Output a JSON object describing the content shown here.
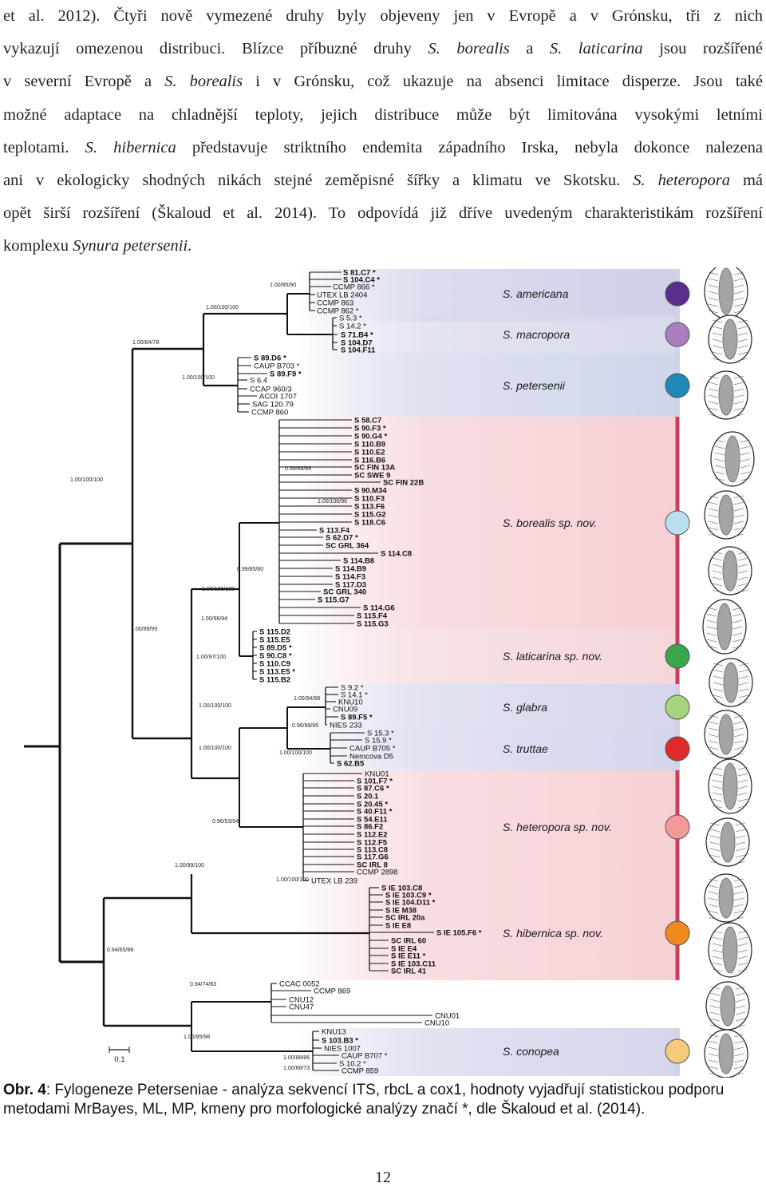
{
  "text": {
    "l1a": "et al. 2012). Čtyři nově vymezené druhy byly objeveny jen v Evropě a v Grónsku, tři z nich",
    "l2a": "vykazují omezenou distribuci. Blízce příbuzné druhy ",
    "l2b": "S. borealis",
    "l2c": " a ",
    "l2d": "S. laticarina",
    "l2e": " jsou rozšířené",
    "l3a": "v severní Evropě a ",
    "l3b": "S. borealis",
    "l3c": " i v Grónsku, což ukazuje na absenci limitace disperze. Jsou také",
    "l4a": "možné adaptace na chladnější teploty, jejich distribuce může být limitována vysokými letními",
    "l5a": "teplotami. ",
    "l5b": "S. hibernica",
    "l5c": " představuje striktního endemita západního Irska, nebyla dokonce nalezena",
    "l6a": "ani v ekologicky shodných nikách stejné zeměpisné šířky a klimatu ve Skotsku. ",
    "l6b": "S. heteropora",
    "l6c": " má",
    "l7a": "opět širší rozšíření (Škaloud et al. 2014). To odpovídá již dříve uvedeným charakteristikám rozšíření",
    "l8a": "komplexu ",
    "l8b": "Synura petersenii",
    "l8c": "."
  },
  "caption": {
    "label": "Obr. 4",
    "text": ": Fylogeneze Peterseniae - analýza sekvencí ITS, rbcL a cox1, hodnoty vyjadřují statistickou podporu metodami MrBayes, ML, MP, kmeny pro morfologické analýzy značí *, dle Škaloud et al. (2014)."
  },
  "page_number": "12",
  "figure": {
    "scale_bar": "0.1",
    "clades": [
      {
        "name": "S. americana",
        "color": "#5a2d91",
        "band": "#cdcfe8",
        "tips": [
          {
            "t": "S 81.C7",
            "b": true,
            "s": true
          },
          {
            "t": "S 104.C4",
            "b": true,
            "s": true
          },
          {
            "t": "CCMP 866",
            "b": false,
            "s": true
          },
          {
            "t": "UTEX LB 2404",
            "b": false,
            "s": false
          },
          {
            "t": "CCMP 863",
            "b": false,
            "s": false
          },
          {
            "t": "CCMP 862",
            "b": false,
            "s": true
          }
        ]
      },
      {
        "name": "S. macropora",
        "color": "#a97fc0",
        "band": "#d8d9ec",
        "tips": [
          {
            "t": "S 5.3",
            "b": false,
            "s": true
          },
          {
            "t": "S 14.2",
            "b": false,
            "s": true
          },
          {
            "t": "S 71.B4",
            "b": true,
            "s": true
          },
          {
            "t": "S 104.D7",
            "b": true,
            "s": false
          },
          {
            "t": "S 104.F11",
            "b": true,
            "s": false
          }
        ]
      },
      {
        "name": "S. petersenii",
        "color": "#1e88b6",
        "band": "#cfd5ea",
        "tips": [
          {
            "t": "S 89.D6",
            "b": true,
            "s": true
          },
          {
            "t": "CAUP B703",
            "b": false,
            "s": true
          },
          {
            "t": "S 89.F9",
            "b": true,
            "s": true
          },
          {
            "t": "S 6.4",
            "b": false,
            "s": false
          },
          {
            "t": "CCAP 960/3",
            "b": false,
            "s": false
          },
          {
            "t": "ACOI 1707",
            "b": false,
            "s": false
          },
          {
            "t": "SAG 120.79",
            "b": false,
            "s": false
          },
          {
            "t": "CCMP 860",
            "b": false,
            "s": false
          }
        ]
      },
      {
        "name": "S. borealis sp. nov.",
        "color": "#b9dff1",
        "band": "#f6cfd3",
        "tips": [
          {
            "t": "S 58.C7",
            "b": true,
            "s": false
          },
          {
            "t": "S 90.F3",
            "b": true,
            "s": true
          },
          {
            "t": "S 90.G4",
            "b": true,
            "s": true
          },
          {
            "t": "S 110.B9",
            "b": true,
            "s": false
          },
          {
            "t": "S 110.E2",
            "b": true,
            "s": false
          },
          {
            "t": "S 116.B6",
            "b": true,
            "s": false
          },
          {
            "t": "SC FIN 13A",
            "b": true,
            "s": false
          },
          {
            "t": "SC SWE 9",
            "b": true,
            "s": false
          },
          {
            "t": "SC FIN 22B",
            "b": true,
            "s": false
          },
          {
            "t": "S 90.M34",
            "b": true,
            "s": false
          },
          {
            "t": "S 110.F3",
            "b": true,
            "s": false
          },
          {
            "t": "S 113.F6",
            "b": true,
            "s": false
          },
          {
            "t": "S 115.G2",
            "b": true,
            "s": false
          },
          {
            "t": "S 118.C6",
            "b": true,
            "s": false
          },
          {
            "t": "S 113.F4",
            "b": true,
            "s": false
          },
          {
            "t": "S 62.D7",
            "b": true,
            "s": true
          },
          {
            "t": "SC GRL 364",
            "b": true,
            "s": false
          },
          {
            "t": "S 114.C8",
            "b": true,
            "s": false
          },
          {
            "t": "S 114.B8",
            "b": true,
            "s": false
          },
          {
            "t": "S 114.B9",
            "b": true,
            "s": false
          },
          {
            "t": "S 114.F3",
            "b": true,
            "s": false
          },
          {
            "t": "S 117.D3",
            "b": true,
            "s": false
          },
          {
            "t": "SC GRL 340",
            "b": true,
            "s": false
          },
          {
            "t": "S 115.G7",
            "b": true,
            "s": false
          },
          {
            "t": "S 114.G6",
            "b": true,
            "s": false
          },
          {
            "t": "S 115.F4",
            "b": true,
            "s": false
          },
          {
            "t": "S 115.G3",
            "b": true,
            "s": false
          }
        ]
      },
      {
        "name": "S. laticarina sp. nov.",
        "color": "#3aa54a",
        "band": "#f4d6da",
        "tips": [
          {
            "t": "S 115.D2",
            "b": true,
            "s": false
          },
          {
            "t": "S 115.E5",
            "b": true,
            "s": false
          },
          {
            "t": "S 89.D5",
            "b": true,
            "s": true
          },
          {
            "t": "S 90.C8",
            "b": true,
            "s": true
          },
          {
            "t": "S 110.C9",
            "b": true,
            "s": false
          },
          {
            "t": "S 113.E5",
            "b": true,
            "s": true
          },
          {
            "t": "S 115.B2",
            "b": true,
            "s": false
          }
        ]
      },
      {
        "name": "S. glabra",
        "color": "#a5d47f",
        "band": "#d5d6ec",
        "tips": [
          {
            "t": "S 9.2",
            "b": false,
            "s": true
          },
          {
            "t": "S 14.1",
            "b": false,
            "s": true
          },
          {
            "t": "KNU10",
            "b": false,
            "s": false
          },
          {
            "t": "CNU09",
            "b": false,
            "s": false
          },
          {
            "t": "S 89.F5",
            "b": true,
            "s": true
          },
          {
            "t": "NIES 233",
            "b": false,
            "s": false
          }
        ]
      },
      {
        "name": "S. truttae",
        "color": "#e02a2a",
        "band": "#d4d5ec",
        "tips": [
          {
            "t": "S 15.3",
            "b": false,
            "s": true
          },
          {
            "t": "S 15.9",
            "b": false,
            "s": true
          },
          {
            "t": "CAUP B705",
            "b": false,
            "s": true
          },
          {
            "t": "Nemcova D5",
            "b": false,
            "s": false
          },
          {
            "t": "S 62.B5",
            "b": true,
            "s": false
          }
        ]
      },
      {
        "name": "S. heteropora sp. nov.",
        "color": "#f29999",
        "band": "#f6d0d4",
        "tips": [
          {
            "t": "KNU01",
            "b": false,
            "s": false
          },
          {
            "t": "S 101.F7",
            "b": true,
            "s": true
          },
          {
            "t": "S 87.C6",
            "b": true,
            "s": true
          },
          {
            "t": "S 20.1",
            "b": true,
            "s": false
          },
          {
            "t": "S 20.45",
            "b": true,
            "s": true
          },
          {
            "t": "S 40.F11",
            "b": true,
            "s": true
          },
          {
            "t": "S 54.E11",
            "b": true,
            "s": false
          },
          {
            "t": "S 86.F2",
            "b": true,
            "s": false
          },
          {
            "t": "S 112.E2",
            "b": true,
            "s": false
          },
          {
            "t": "S 112.F5",
            "b": true,
            "s": false
          },
          {
            "t": "S 113.C8",
            "b": true,
            "s": false
          },
          {
            "t": "S 117.G6",
            "b": true,
            "s": false
          },
          {
            "t": "SC IRL 8",
            "b": true,
            "s": false
          },
          {
            "t": "CCMP 2898",
            "b": false,
            "s": false
          },
          {
            "t": "UTEX LB 239",
            "b": false,
            "s": false
          }
        ]
      },
      {
        "name": "S. hibernica sp. nov.",
        "color": "#f08a1d",
        "band": "#f6d0d4",
        "tips": [
          {
            "t": "S IE 103.C8",
            "b": true,
            "s": false
          },
          {
            "t": "S IE 103.C9",
            "b": true,
            "s": true
          },
          {
            "t": "S IE 104.D11",
            "b": true,
            "s": true
          },
          {
            "t": "S IE M38",
            "b": true,
            "s": false
          },
          {
            "t": "SC IRL 20a",
            "b": true,
            "s": false
          },
          {
            "t": "S IE E8",
            "b": true,
            "s": false
          },
          {
            "t": "S IE 105.F6",
            "b": true,
            "s": true
          },
          {
            "t": "SC IRL 60",
            "b": true,
            "s": false
          },
          {
            "t": "S IE E4",
            "b": true,
            "s": false
          },
          {
            "t": "S IE E11",
            "b": true,
            "s": true
          },
          {
            "t": "S IE 103.C11",
            "b": true,
            "s": false
          },
          {
            "t": "SC IRL 41",
            "b": true,
            "s": false
          }
        ]
      },
      {
        "name": "",
        "color": "",
        "band": "#ffffff",
        "tips": [
          {
            "t": "CCAC 0052",
            "b": false,
            "s": false
          },
          {
            "t": "CCMP 869",
            "b": false,
            "s": false
          },
          {
            "t": "CNU12",
            "b": false,
            "s": false
          },
          {
            "t": "CNU47",
            "b": false,
            "s": false
          },
          {
            "t": "CNU01",
            "b": false,
            "s": false
          },
          {
            "t": "CNU10",
            "b": false,
            "s": false
          }
        ]
      },
      {
        "name": "S. conopea",
        "color": "#f7c97a",
        "band": "#d4d6ec",
        "tips": [
          {
            "t": "KNU13",
            "b": false,
            "s": false
          },
          {
            "t": "S 103.B3",
            "b": true,
            "s": true
          },
          {
            "t": "NIES 1007",
            "b": false,
            "s": false
          },
          {
            "t": "CAUP B707",
            "b": false,
            "s": true
          },
          {
            "t": "S 10.2",
            "b": false,
            "s": true
          },
          {
            "t": "CCMP 859",
            "b": false,
            "s": false
          }
        ]
      }
    ],
    "supports": [
      "1.00/85/90",
      "1.00/100/100",
      "1.00/84/78",
      "1.00/100/100",
      "0.99/86/86",
      "1.00/100/96",
      "0.99/85/80",
      "1.00/100/100",
      "1.00/96/94",
      "1.00/99/99",
      "1.00/97/100",
      "1.00/100/100",
      "1.00/94/98",
      "0.96/89/95",
      "1.00/100/100",
      "1.00/100/100",
      "0.96/53/94",
      "1.00/99/100",
      "1.00/100/100",
      "0.94/65/98",
      "0.94/74/83",
      "1.00/95/98",
      "1.00/88/86",
      "1.00/68/73",
      "1.00/100/100"
    ]
  }
}
